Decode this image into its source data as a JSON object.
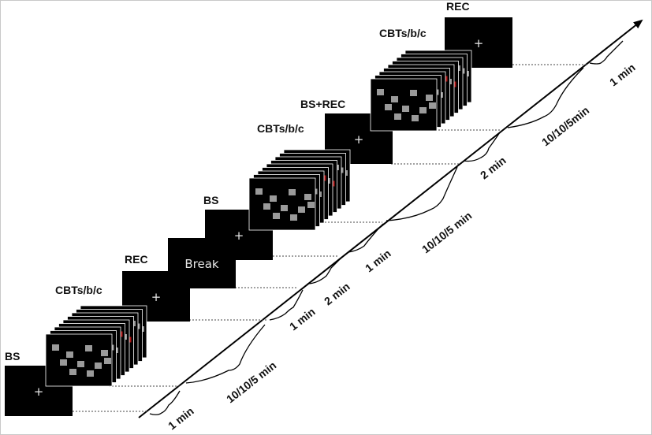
{
  "labels": {
    "bs1": "BS",
    "cbt1": "CBTs/b/c",
    "rec1": "REC",
    "break_text": "Break",
    "bs2": "BS",
    "cbt2": "CBTs/b/c",
    "bsrec": "BS+REC",
    "cbt3": "CBTs/b/c",
    "rec2": "REC",
    "fixation": "+"
  },
  "durations": {
    "d1": "1 min",
    "d2": "10/10/5 min",
    "d3": "1 min",
    "d4": "2 min",
    "d5": "1 min",
    "d6": "10/10/5 min",
    "d7": "2 min",
    "d8": "10/10/5min",
    "d9": "1 min"
  },
  "colors": {
    "screen": "#000000",
    "square": "#9a9a9a",
    "target": "#b01414",
    "axis": "#000000",
    "dotted": "#444444"
  }
}
